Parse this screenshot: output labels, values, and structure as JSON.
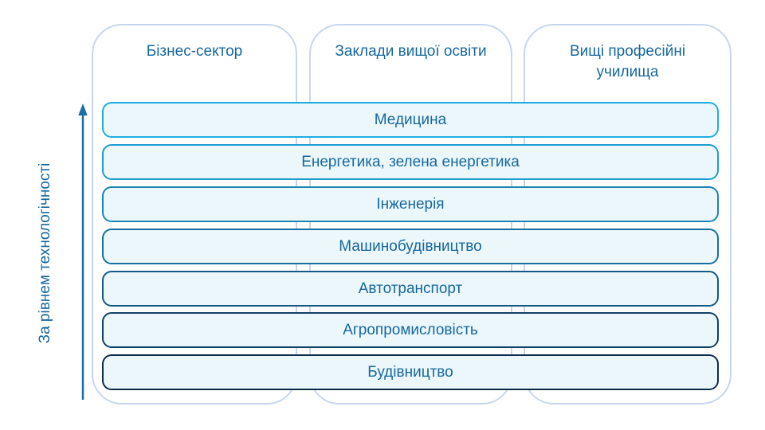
{
  "diagram": {
    "axis": {
      "label": "За рівнем технологічності",
      "arrow_color": "#1e6ea6"
    },
    "columns": [
      {
        "label": "Бізнес-сектор"
      },
      {
        "label": "Заклади вищої освіти"
      },
      {
        "label": "Вищі професійні училища"
      }
    ],
    "bars": [
      {
        "label": "Медицина",
        "border_color": "#1fadde"
      },
      {
        "label": "Енергетика, зелена енергетика",
        "border_color": "#1b9dd0"
      },
      {
        "label": "Інженерія",
        "border_color": "#1a84b4"
      },
      {
        "label": "Машинобудівництво",
        "border_color": "#16709f"
      },
      {
        "label": "Автотранспорт",
        "border_color": "#135a86"
      },
      {
        "label": "Агропромисловість",
        "border_color": "#0f4166"
      },
      {
        "label": "Будівництво",
        "border_color": "#0d2c4b"
      }
    ],
    "colors": {
      "column_border": "#c7d6f0",
      "bar_fill": "#ecf7fc",
      "text": "#16689e",
      "background": "#ffffff"
    }
  }
}
